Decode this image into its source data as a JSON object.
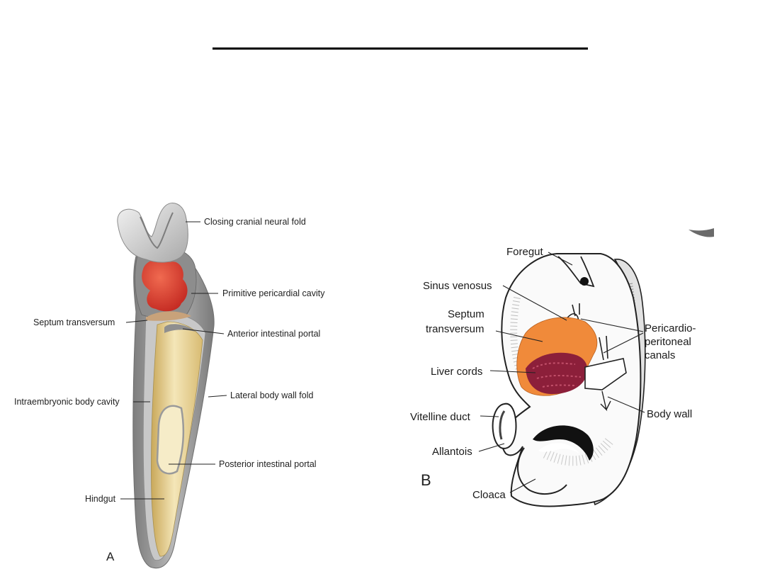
{
  "figure_a": {
    "panel_letter": "A",
    "labels": {
      "closing_cranial_neural_fold": "Closing cranial neural fold",
      "primitive_pericardial_cavity": "Primitive pericardial cavity",
      "septum_transversum": "Septum transversum",
      "anterior_intestinal_portal": "Anterior intestinal portal",
      "intraembryonic_body_cavity": "Intraembryonic body cavity",
      "lateral_body_wall_fold": "Lateral body wall fold",
      "posterior_intestinal_portal": "Posterior intestinal portal",
      "hindgut": "Hindgut"
    }
  },
  "figure_b": {
    "panel_letter": "B",
    "labels": {
      "foregut": "Foregut",
      "sinus_venosus": "Sinus venosus",
      "septum_line1": "Septum",
      "septum_line2": "transversum",
      "liver_cords": "Liver cords",
      "vitelline_duct": "Vitelline duct",
      "allantois": "Allantois",
      "cloaca": "Cloaca",
      "pericardio_line1": "Pericardio-",
      "pericardio_line2": "peritoneal",
      "pericardio_line3": "canals",
      "body_wall": "Body wall"
    }
  },
  "colors": {
    "pericardial_red": "#d93a30",
    "gut_yellow": "#e8d39a",
    "body_gray": "#9a9a9a",
    "septum_orange": "#f08a3a",
    "liver_maroon": "#8c1f3a"
  }
}
